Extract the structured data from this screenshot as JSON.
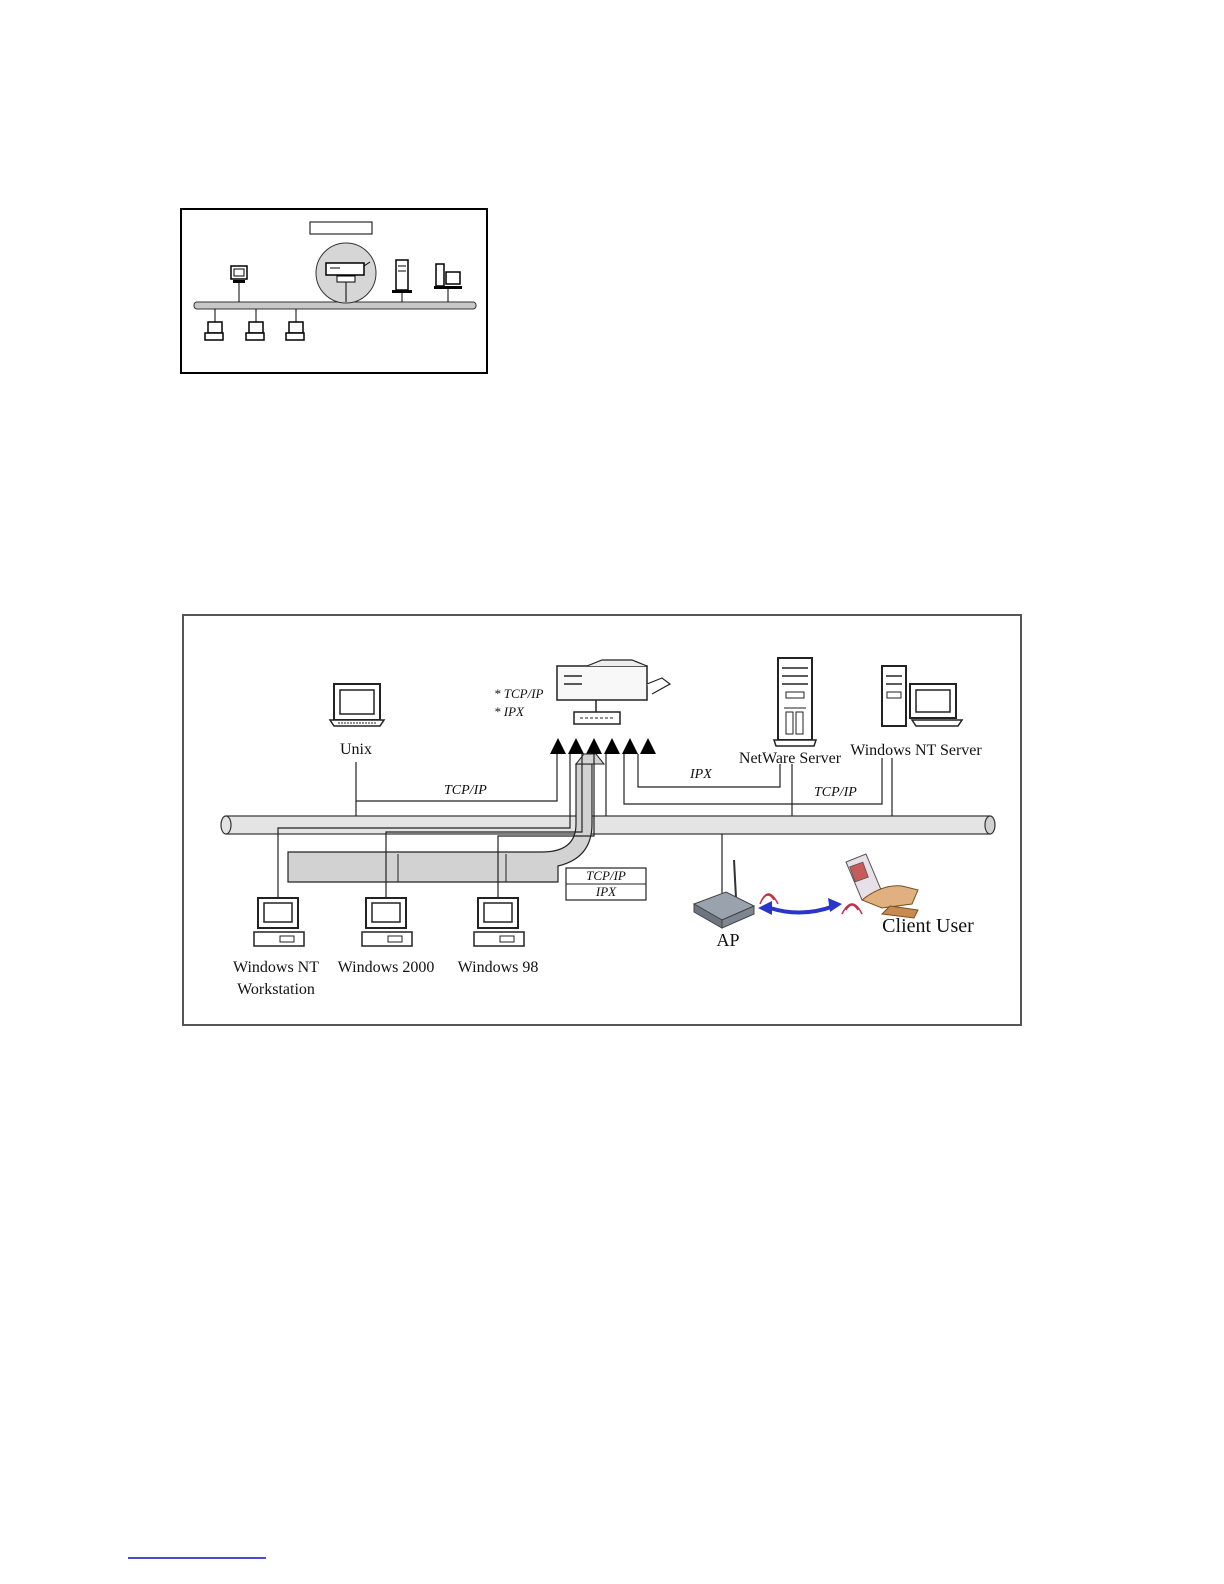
{
  "main_diagram": {
    "nodes": {
      "unix": "Unix",
      "netware_server": "NetWare Server",
      "windows_nt_server": "Windows NT Server",
      "windows_nt_workstation_line1": "Windows NT",
      "windows_nt_workstation_line2": "Workstation",
      "windows_2000": "Windows 2000",
      "windows_98": "Windows 98",
      "ap": "AP",
      "client_user": "Client User"
    },
    "printer_protocols": [
      "* TCP/IP",
      "* IPX"
    ],
    "link_labels": {
      "unix_link": "TCP/IP",
      "netware_link": "IPX",
      "nt_server_link": "TCP/IP",
      "workstation_stack_1": "TCP/IP",
      "workstation_stack_2": "IPX"
    }
  }
}
